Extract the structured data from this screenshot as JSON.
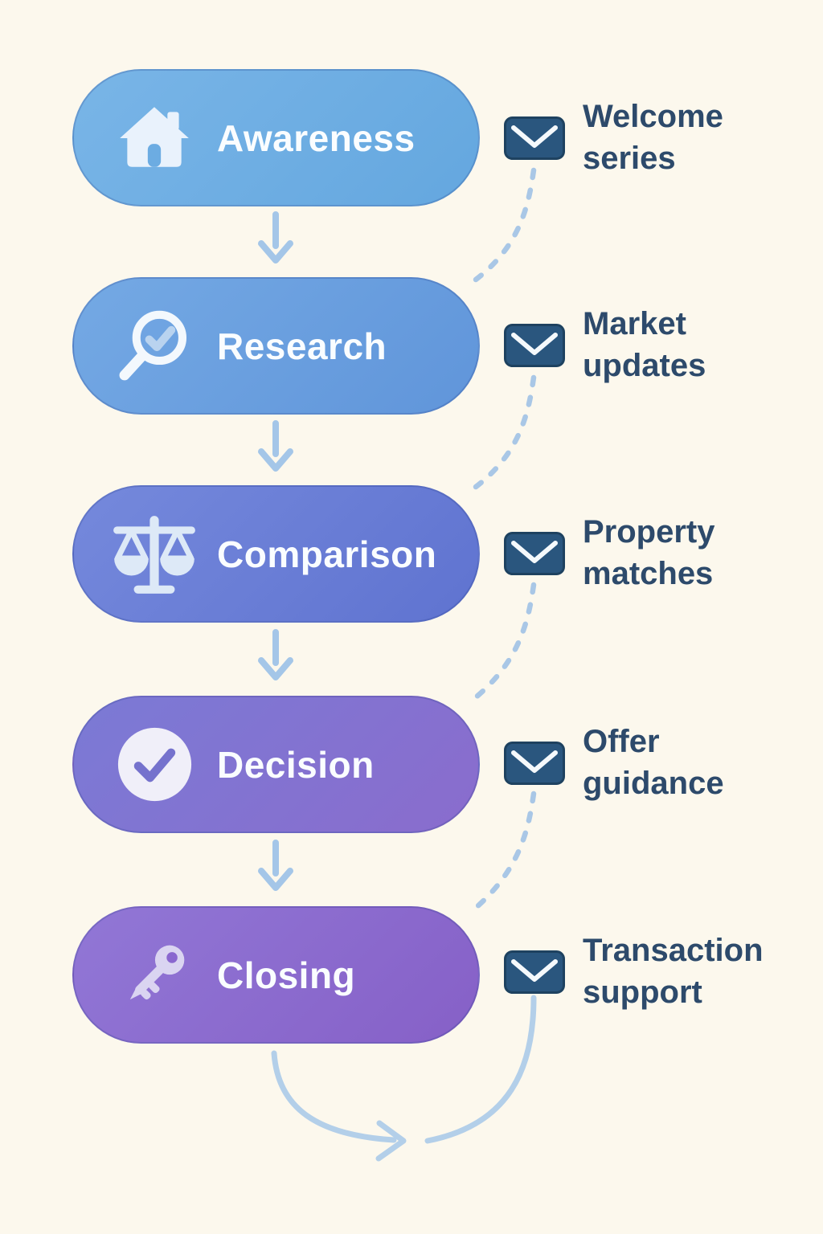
{
  "diagram": {
    "description": "Real-estate client journey funnel with matching email touchpoints",
    "stages": [
      {
        "label": "Awareness",
        "icon": "house-icon",
        "email_icon": "envelope-icon",
        "email_label": "Welcome series"
      },
      {
        "label": "Research",
        "icon": "search-check-icon",
        "email_icon": "envelope-icon",
        "email_label": "Market updates"
      },
      {
        "label": "Comparison",
        "icon": "scales-icon",
        "email_icon": "envelope-icon",
        "email_label": "Property matches"
      },
      {
        "label": "Decision",
        "icon": "check-circle-icon",
        "email_icon": "envelope-icon",
        "email_label": "Offer guidance"
      },
      {
        "label": "Closing",
        "icon": "key-icon",
        "email_icon": "envelope-icon",
        "email_label": "Transaction support"
      }
    ]
  },
  "colors": {
    "bg": "#fcf8ed",
    "pill_text": "#fafdff",
    "pill_border": "rgba(35,60,130,0.22)",
    "label_text": "#2d4a6b",
    "envelope_fill": "#2a567e",
    "envelope_border": "#1e4260",
    "envelope_chevron": "#f5f9fc",
    "arrow": "#a4c6e8",
    "dash": "#a9c7e6",
    "curve": "#b3cfe9",
    "stage1_a": "#79b5e7",
    "stage1_b": "#64a7df",
    "stage2_a": "#74a9e4",
    "stage2_b": "#6095da",
    "stage3_a": "#7589dc",
    "stage3_b": "#5f73d0",
    "stage4_a": "#7b7ad5",
    "stage4_b": "#8a6ccd",
    "stage5_a": "#9177d6",
    "stage5_b": "#8660c7",
    "icon_house": "#e9f2fc",
    "icon_door": "#6cace2",
    "icon_mag": "#f3f8fd",
    "icon_mag_check": "#b9d3ef",
    "icon_scales": "#dde9f7",
    "icon_circle": "#f0eff9",
    "icon_circle_check": "#7572cd",
    "icon_key": "#dad4f1",
    "icon_key_hole": "#8a67cf"
  }
}
